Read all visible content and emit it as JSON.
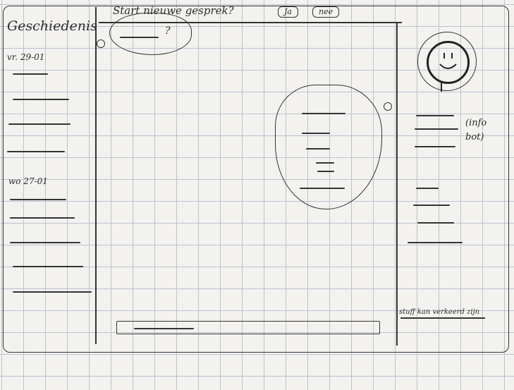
{
  "history": {
    "title": "Geschiedenis",
    "groups": [
      {
        "date": "vr. 29-01"
      },
      {
        "date": "wo 27-01"
      }
    ]
  },
  "topbar": {
    "prompt": "Start nieuwe gesprek?",
    "yes_label": "Ja",
    "no_label": "nee"
  },
  "chat": {
    "user_question_mark": "?"
  },
  "info_panel": {
    "label": "(info bot)"
  },
  "disclaimer": "stuff kan verkeerd zijn"
}
